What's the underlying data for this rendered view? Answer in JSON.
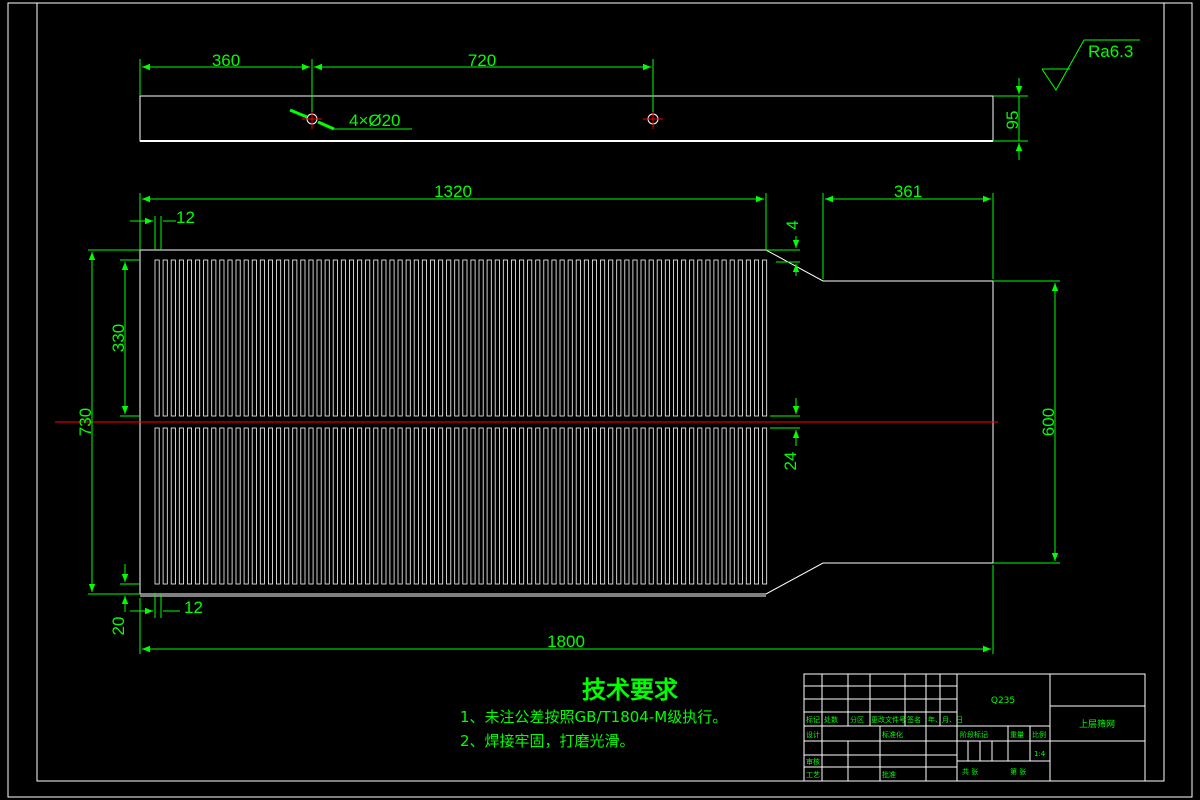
{
  "dimensions": {
    "d360": "360",
    "d720": "720",
    "d95": "95",
    "holes": "4×Ø20",
    "roughness": "Ra6.3",
    "d1320": "1320",
    "d361": "361",
    "d12_top": "12",
    "d4": "4",
    "d330": "330",
    "d730": "730",
    "d600": "600",
    "d24": "24",
    "d12_bottom": "12",
    "d20": "20",
    "d1800": "1800"
  },
  "notes": {
    "title": "技术要求",
    "line1": "1、未注公差按照GB/T1804-M级执行。",
    "line2": "2、焊接牢固，打磨光滑。"
  },
  "title_block": {
    "material": "Q235",
    "part_name": "上层筛网",
    "col_mark": "标记",
    "col_count": "处数",
    "col_zone": "分区",
    "col_doc": "更改文件号",
    "col_sign": "签名",
    "col_date": "年、月、日",
    "design": "设计",
    "standardize": "标准化",
    "review": "审核",
    "process": "工艺",
    "approve": "批准",
    "stage_mark": "阶段标记",
    "weight": "重量",
    "scale_label": "比例",
    "scale": "1:4",
    "sheets_total": "共  张",
    "sheet_no": "第  张"
  },
  "colors": {
    "outline": "#ffffff",
    "dimension": "#00ff00",
    "centerline": "#ff0000"
  }
}
